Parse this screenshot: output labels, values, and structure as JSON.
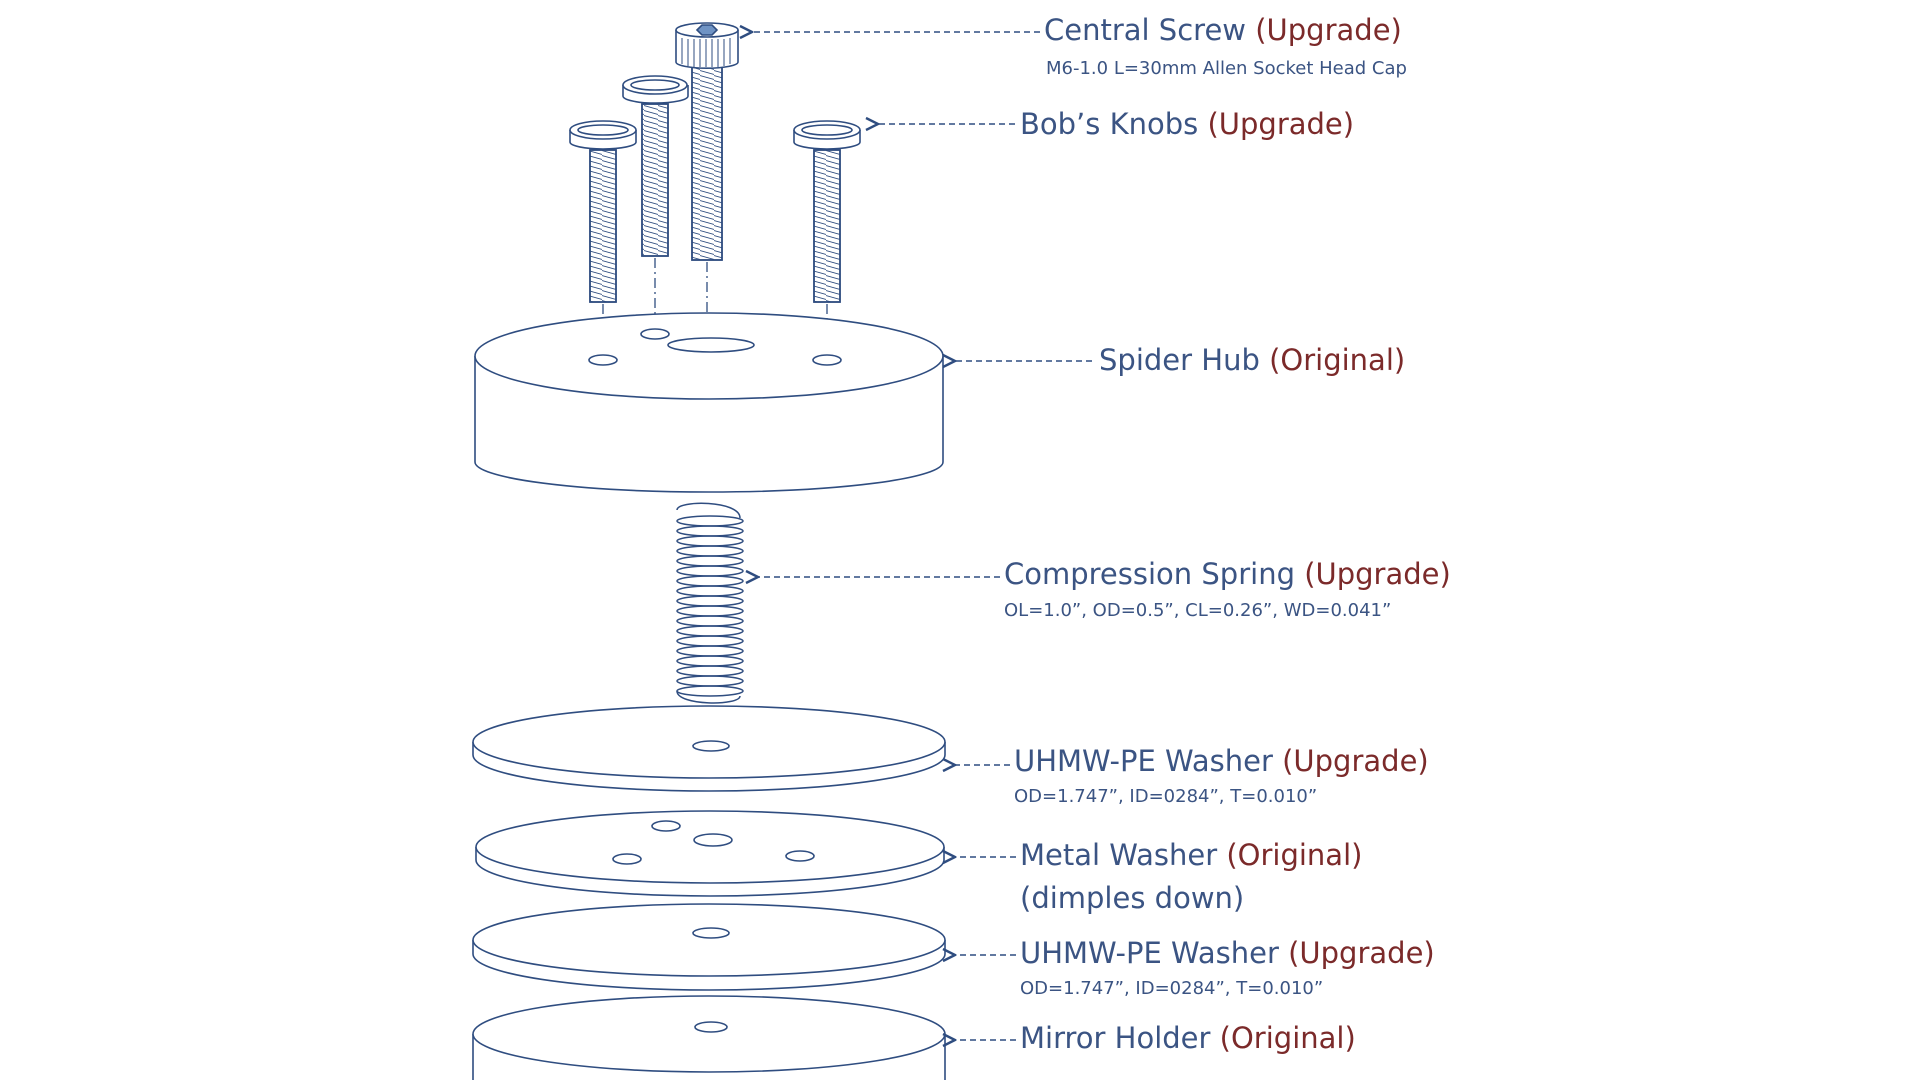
{
  "colors": {
    "stroke": "#2f4d80",
    "label": "#3b5483",
    "tag": "#7b2a2a",
    "screwhead": "#6f93c4"
  },
  "labels": {
    "central_screw": {
      "name": "Central Screw",
      "tag": "(Upgrade)",
      "spec": "M6-1.0 L=30mm Allen Socket Head Cap"
    },
    "bobs_knobs": {
      "name": "Bob’s Knobs",
      "tag": "(Upgrade)"
    },
    "spider_hub": {
      "name": "Spider Hub",
      "tag": "(Original)"
    },
    "compression_spring": {
      "name": "Compression Spring",
      "tag": "(Upgrade)",
      "spec": "OL=1.0”, OD=0.5”, CL=0.26”, WD=0.041”"
    },
    "uhmw_washer_top": {
      "name": "UHMW-PE Washer",
      "tag": "(Upgrade)",
      "spec": "OD=1.747”, ID=0284”, T=0.010”"
    },
    "metal_washer": {
      "name": "Metal Washer",
      "tag": "(Original)",
      "note": "(dimples down)"
    },
    "uhmw_washer_bottom": {
      "name": "UHMW-PE Washer",
      "tag": "(Upgrade)",
      "spec": "OD=1.747”, ID=0284”, T=0.010”"
    },
    "mirror_holder": {
      "name": "Mirror Holder",
      "tag": "(Original)"
    }
  }
}
